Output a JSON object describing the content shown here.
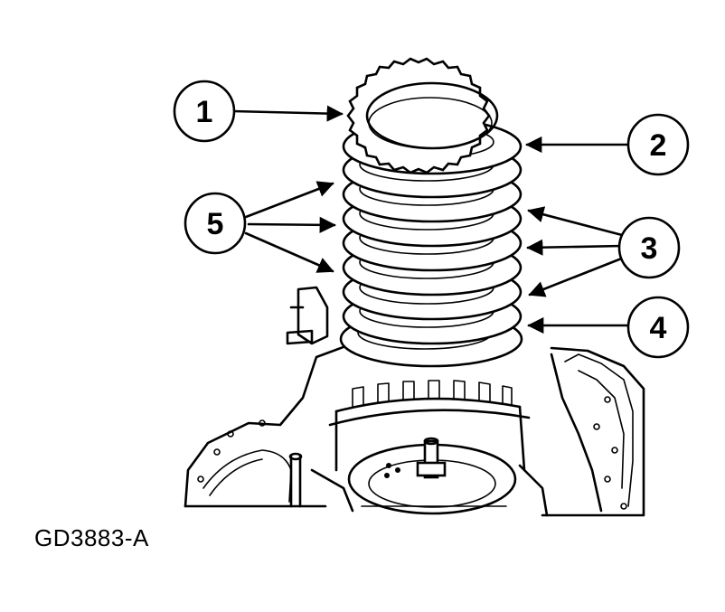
{
  "figure": {
    "id_label": "GD3883-A"
  },
  "callouts": [
    {
      "label": "1"
    },
    {
      "label": "2"
    },
    {
      "label": "3"
    },
    {
      "label": "4"
    },
    {
      "label": "5"
    }
  ],
  "colors": {
    "ink": "#000000",
    "paper": "#ffffff"
  }
}
